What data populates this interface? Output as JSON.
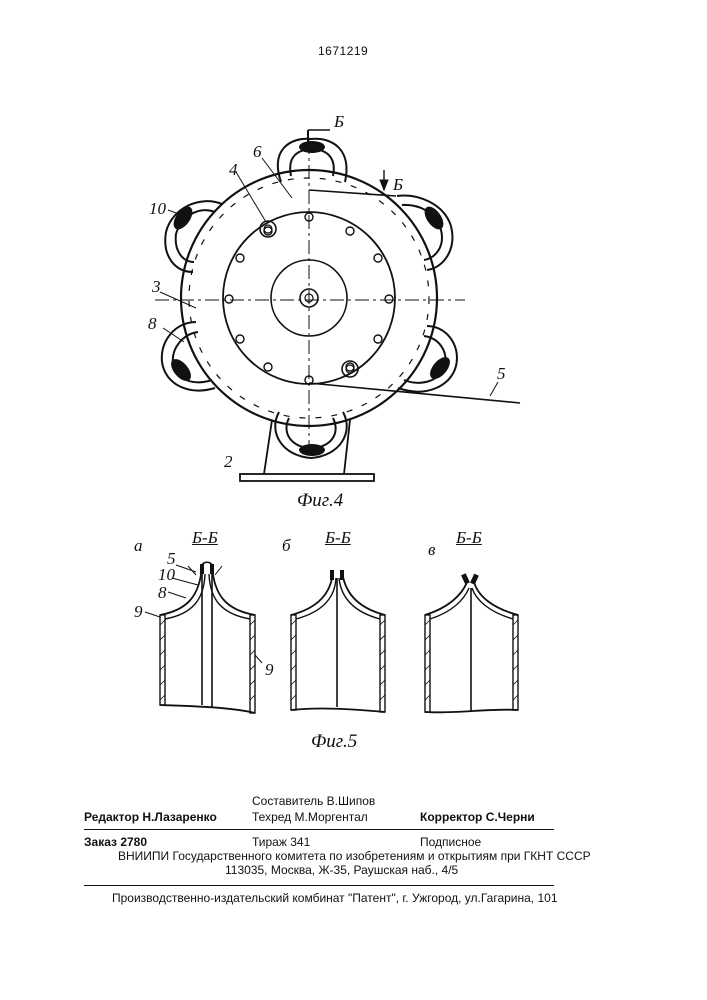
{
  "patent_number": "1671219",
  "fig4": {
    "caption": "Фиг.4",
    "callouts": {
      "c2": "2",
      "c3": "3",
      "c4": "4",
      "c5": "5",
      "c6": "6",
      "c8": "8",
      "c10": "10"
    },
    "section_mark_top": "Б",
    "section_mark_right": "Б"
  },
  "fig5": {
    "caption": "Фиг.5",
    "panels": [
      {
        "letter": "а",
        "section": "Б-Б"
      },
      {
        "letter": "б",
        "section": "Б-Б"
      },
      {
        "letter": "в",
        "section": "Б-Б"
      }
    ],
    "callouts": {
      "c5": "5",
      "c10": "10",
      "c8": "8",
      "c9_left": "9",
      "c9_right": "9"
    }
  },
  "imprint": {
    "editor": "Редактор  Н.Лазаренко",
    "compiler": "Составитель  В.Шипов",
    "techred": "Техред М.Моргентал",
    "corrector": "Корректор  С.Черни",
    "order": "Заказ  2780",
    "circulation": "Тираж  341",
    "subscription": "Подписное",
    "institute": "ВНИИПИ Государственного комитета по изобретениям и открытиям при ГКНТ СССР",
    "address": "113035, Москва, Ж-35, Раушская наб., 4/5",
    "publisher": "Производственно-издательский комбинат \"Патент\", г. Ужгород, ул.Гагарина, 101"
  }
}
